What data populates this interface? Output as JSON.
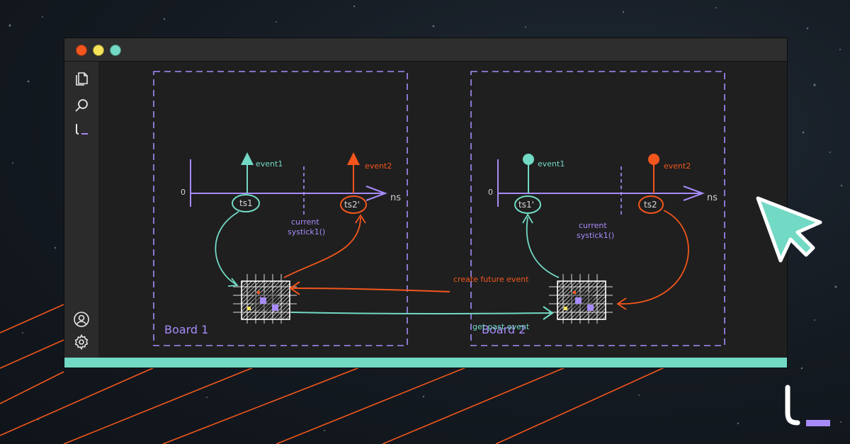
{
  "colors": {
    "accent_teal": "#72d9c4",
    "accent_orange": "#f2561d",
    "accent_purple": "#a78bfa",
    "window_bg": "#1f1f1f",
    "titlebar_bg": "#2e2e2e",
    "dot_red": "#f2561d",
    "dot_yellow": "#f7e35a",
    "dot_teal": "#72d9c4"
  },
  "window": {
    "controls": [
      "close",
      "minimize",
      "maximize"
    ]
  },
  "activity_bar": {
    "top_icons": [
      "files-icon",
      "search-icon",
      "logo-icon"
    ],
    "bottom_icons": [
      "account-icon",
      "settings-icon"
    ]
  },
  "diagram": {
    "board1": {
      "label": "Board 1",
      "origin": "0",
      "unit": "ns",
      "event1": "event1",
      "event2": "event2",
      "ts1": "ts1",
      "ts2": "ts2'",
      "current_line1": "current",
      "current_line2": "systick1()"
    },
    "board2": {
      "label": "Board 2",
      "origin": "0",
      "unit": "ns",
      "event1": "event1",
      "event2": "event2",
      "ts1": "ts1'",
      "ts2": "ts2",
      "current_line1": "current",
      "current_line2": "systick1()"
    },
    "create_future_event": "create future event",
    "get_past_event": "get past event"
  }
}
